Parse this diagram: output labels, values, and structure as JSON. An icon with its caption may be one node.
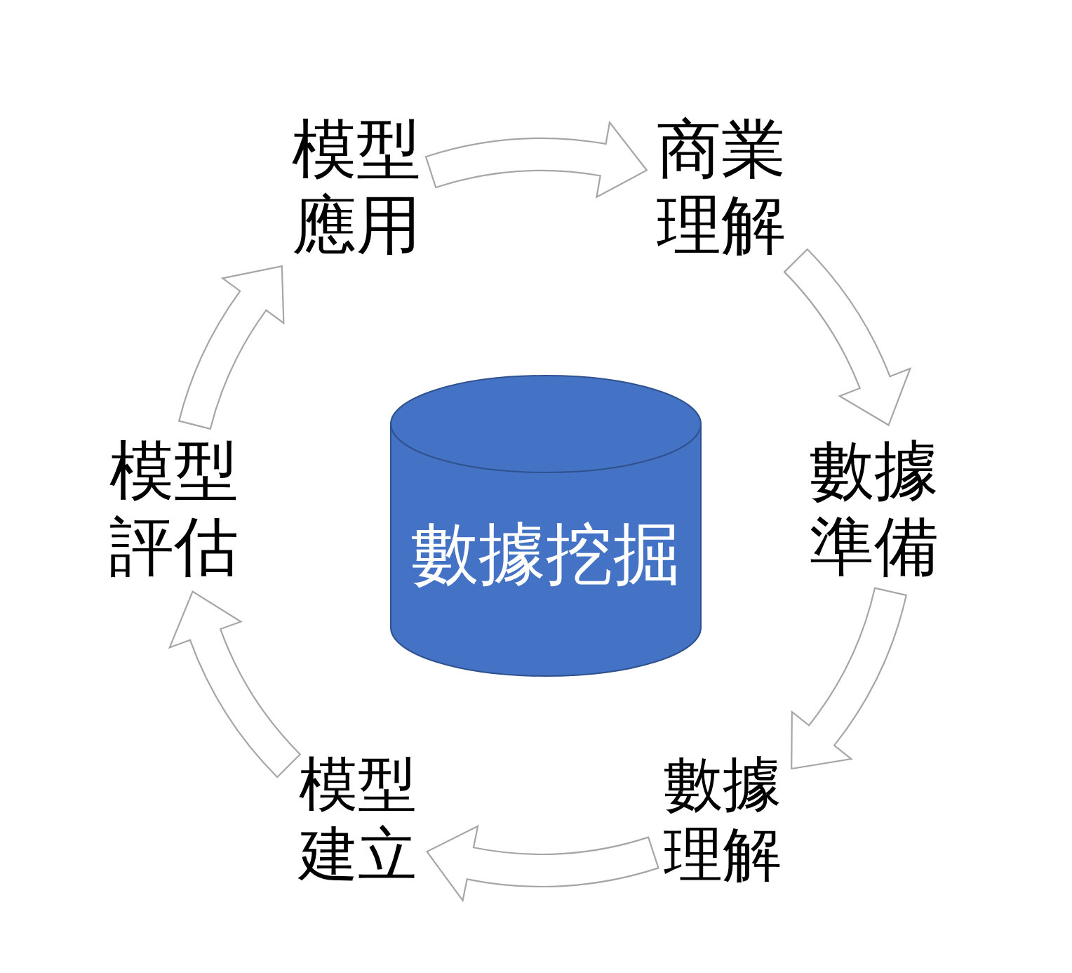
{
  "diagram": {
    "nodes": [
      {
        "text": [
          "模型應用"
        ]
      },
      {
        "text": [
          "商業理解"
        ]
      },
      {
        "text": [
          "模型評估"
        ]
      },
      {
        "text": [
          "數據挖掘"
        ]
      },
      {
        "text": [
          "數據準備"
        ]
      },
      {
        "text": [
          "模型建立"
        ]
      },
      {
        "text": [
          "數據理解"
        ]
      }
    ],
    "edges": [
      {
        "from": 0,
        "to": 1,
        "arrow": "to"
      },
      {
        "from": 1,
        "to": 4,
        "arrow": "to"
      },
      {
        "from": 4,
        "to": 6,
        "arrow": "to"
      },
      {
        "from": 6,
        "to": 5,
        "arrow": "to"
      },
      {
        "from": 5,
        "to": 2,
        "arrow": "to"
      },
      {
        "from": 2,
        "to": 0,
        "arrow": "to"
      }
    ]
  }
}
